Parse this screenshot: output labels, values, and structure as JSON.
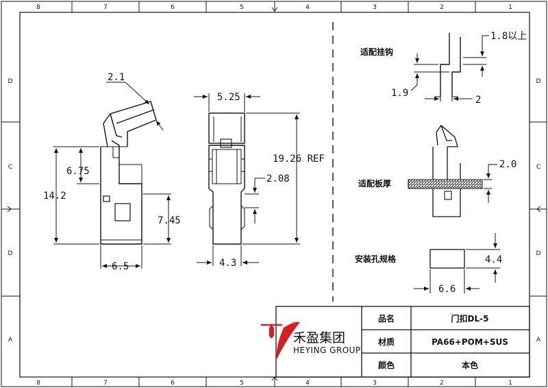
{
  "rulers": {
    "top_columns": [
      "8",
      "7",
      "6",
      "5",
      "4",
      "3",
      "2",
      "1"
    ],
    "bottom_columns": [
      "8",
      "7",
      "6",
      "5",
      "4",
      "3",
      "2",
      "1"
    ],
    "left_rows": [
      "D",
      "C",
      "D",
      "A"
    ],
    "right_rows": [
      "D",
      "C",
      "D",
      "A"
    ]
  },
  "side_view": {
    "dims": {
      "hook_thickness": "2.1",
      "upper_height": "6.75",
      "total_height": "14.2",
      "lower_height": "7.45",
      "width": "6.5"
    }
  },
  "front_view": {
    "dims": {
      "top_width": "5.25",
      "overall_height": "19.26 REF",
      "slot": "2.08",
      "bottom_width": "4.3"
    }
  },
  "details": {
    "hook": {
      "label": "适配挂钩",
      "d1": "1.8以上",
      "d2": "1.9",
      "d3": "2"
    },
    "plate": {
      "label": "适配板厚",
      "d1": "2.0"
    },
    "hole": {
      "label": "安装孔规格",
      "d1": "4.4",
      "d2": "6.6"
    }
  },
  "title_block": {
    "company_cn": "禾盈集团",
    "company_en": "HEYING GROUP",
    "rows": [
      {
        "label": "品名",
        "value": "门扣DL-5"
      },
      {
        "label": "材质",
        "value": "PA66+POM+SUS"
      },
      {
        "label": "颜色",
        "value": "本色"
      }
    ]
  },
  "colors": {
    "line": "#111111",
    "logo_red": "#d42020",
    "paper": "#ffffff"
  }
}
